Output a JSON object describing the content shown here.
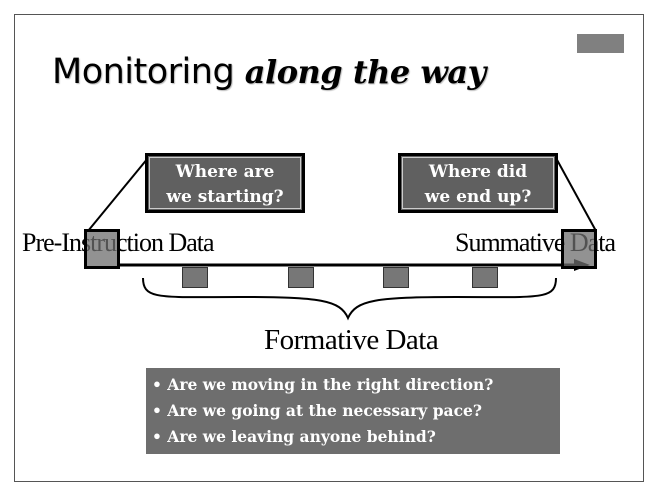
{
  "slide": {
    "title_plain": "Monitoring ",
    "title_emphasis": "along the way"
  },
  "questions": {
    "start": [
      "Where are",
      "we starting?"
    ],
    "end": [
      "Where did",
      "we end up?"
    ]
  },
  "timeline": {
    "start_label": "Pre-Instruction Data",
    "end_label": "Summative Data",
    "middle_label": "Formative Data"
  },
  "formative_questions": [
    "• Are we moving in the right direction?",
    "• Are we going at the necessary pace?",
    "• Are we leaving anyone behind?"
  ]
}
